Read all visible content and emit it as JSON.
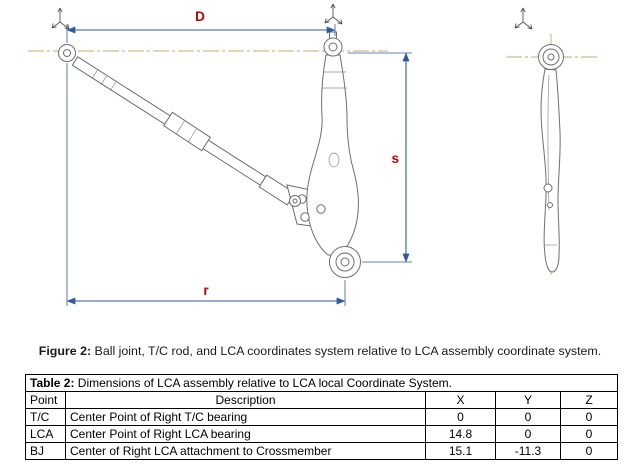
{
  "figure": {
    "dim_labels": {
      "D": "D",
      "s": "s",
      "r": "r"
    },
    "caption": {
      "bold": "Figure 2:",
      "text": " Ball joint, T/C rod, and LCA coordinates system relative to LCA assembly coordinate system."
    }
  },
  "table": {
    "title": {
      "bold": "Table 2:",
      "text": " Dimensions of LCA assembly relative to LCA local Coordinate System."
    },
    "headers": {
      "point": "Point",
      "description": "Description",
      "x": "X",
      "y": "Y",
      "z": "Z"
    },
    "rows": [
      {
        "point": "T/C",
        "description": "Center Point of Right T/C bearing",
        "x": "0",
        "y": "0",
        "z": "0"
      },
      {
        "point": "LCA",
        "description": "Center Point of Right LCA bearing",
        "x": "14.8",
        "y": "0",
        "z": "0"
      },
      {
        "point": "BJ",
        "description": "Center of Right LCA attachment to Crossmember",
        "x": "15.1",
        "y": "-11.3",
        "z": "0"
      }
    ]
  },
  "colors": {
    "dimension_line": "#2e5b9f",
    "dimension_label": "#c00000",
    "centerline": "#c9a96a",
    "drawing": "#6f6f6f"
  }
}
